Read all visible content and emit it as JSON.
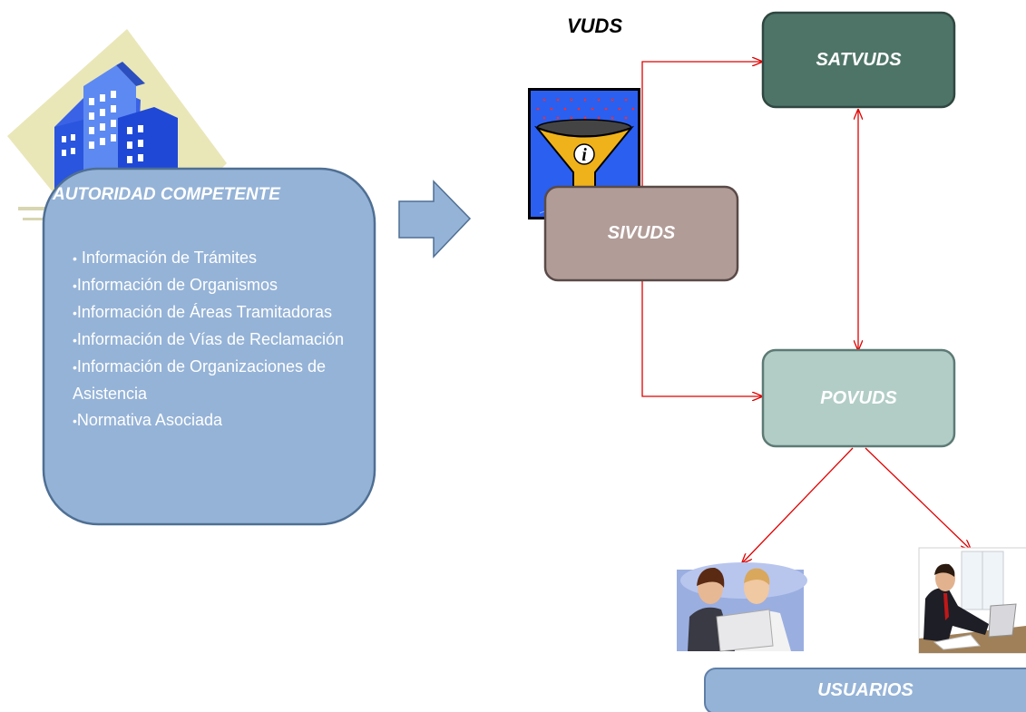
{
  "title": "VUDS",
  "authority": {
    "title": "AUTORIDAD COMPETENTE",
    "items": [
      " Información de Trámites",
      "Información de Organismos",
      "Información de Áreas Tramitadoras",
      "Información de Vías de Reclamación",
      "Información de Organizaciones de Asistencia",
      "Normativa Asociada"
    ],
    "bullet": "•"
  },
  "nodes": {
    "satvuds": "SATVUDS",
    "sivuds": "SIVUDS",
    "povuds": "POVUDS",
    "usuarios": "USUARIOS"
  },
  "colors": {
    "authority_fill": "#95b3d7",
    "authority_border": "#4f6f93",
    "satvuds_fill": "#4e7468",
    "sivuds_fill": "#b19c98",
    "povuds_fill": "#b1cdc6",
    "usuarios_fill": "#95b3d7",
    "connector": "#e00000",
    "arrow_fill": "#95b3d7"
  },
  "icons": [
    "building-icon",
    "info-funnel-icon",
    "users-meeting-icon",
    "businessman-laptop-icon"
  ]
}
